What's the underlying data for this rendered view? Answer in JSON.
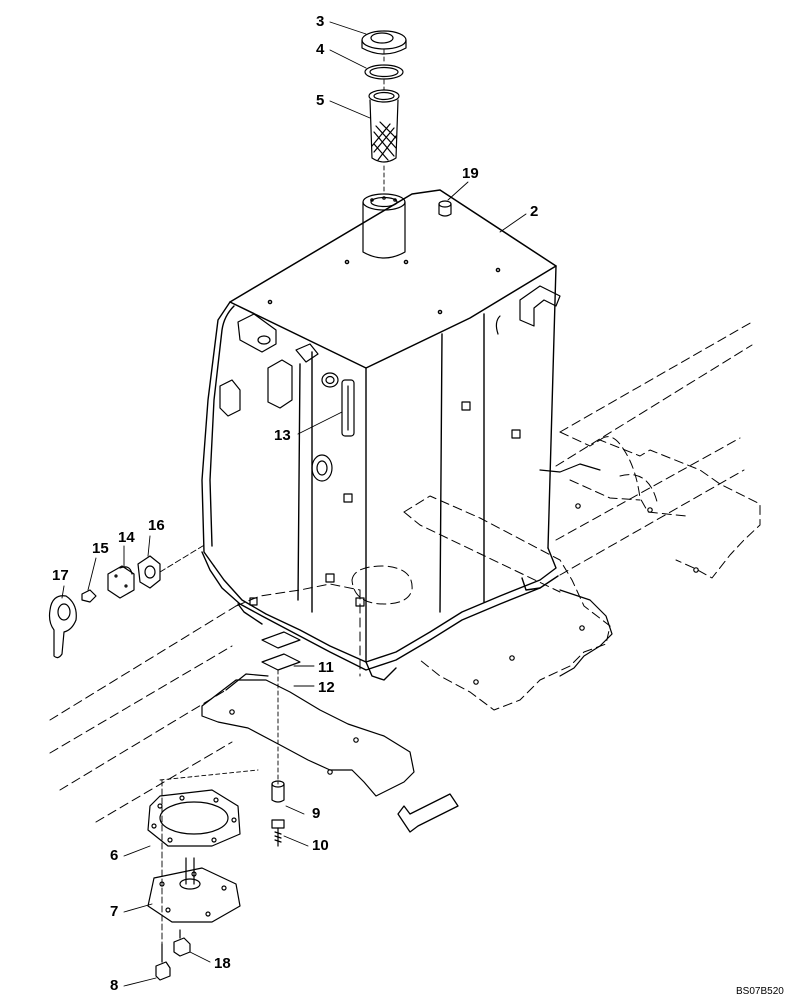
{
  "parts": [
    {
      "id": "p3",
      "number": "3"
    },
    {
      "id": "p4",
      "number": "4"
    },
    {
      "id": "p5",
      "number": "5"
    },
    {
      "id": "p19",
      "number": "19"
    },
    {
      "id": "p2",
      "number": "2"
    },
    {
      "id": "p13",
      "number": "13"
    },
    {
      "id": "p16",
      "number": "16"
    },
    {
      "id": "p14",
      "number": "14"
    },
    {
      "id": "p15",
      "number": "15"
    },
    {
      "id": "p17",
      "number": "17"
    },
    {
      "id": "p11",
      "number": "11"
    },
    {
      "id": "p12",
      "number": "12"
    },
    {
      "id": "p9",
      "number": "9"
    },
    {
      "id": "p10",
      "number": "10"
    },
    {
      "id": "p6",
      "number": "6"
    },
    {
      "id": "p7",
      "number": "7"
    },
    {
      "id": "p18",
      "number": "18"
    },
    {
      "id": "p8",
      "number": "8"
    }
  ],
  "drawing_code": "BS07B520",
  "colors": {
    "line": "#000000",
    "background": "#ffffff"
  }
}
